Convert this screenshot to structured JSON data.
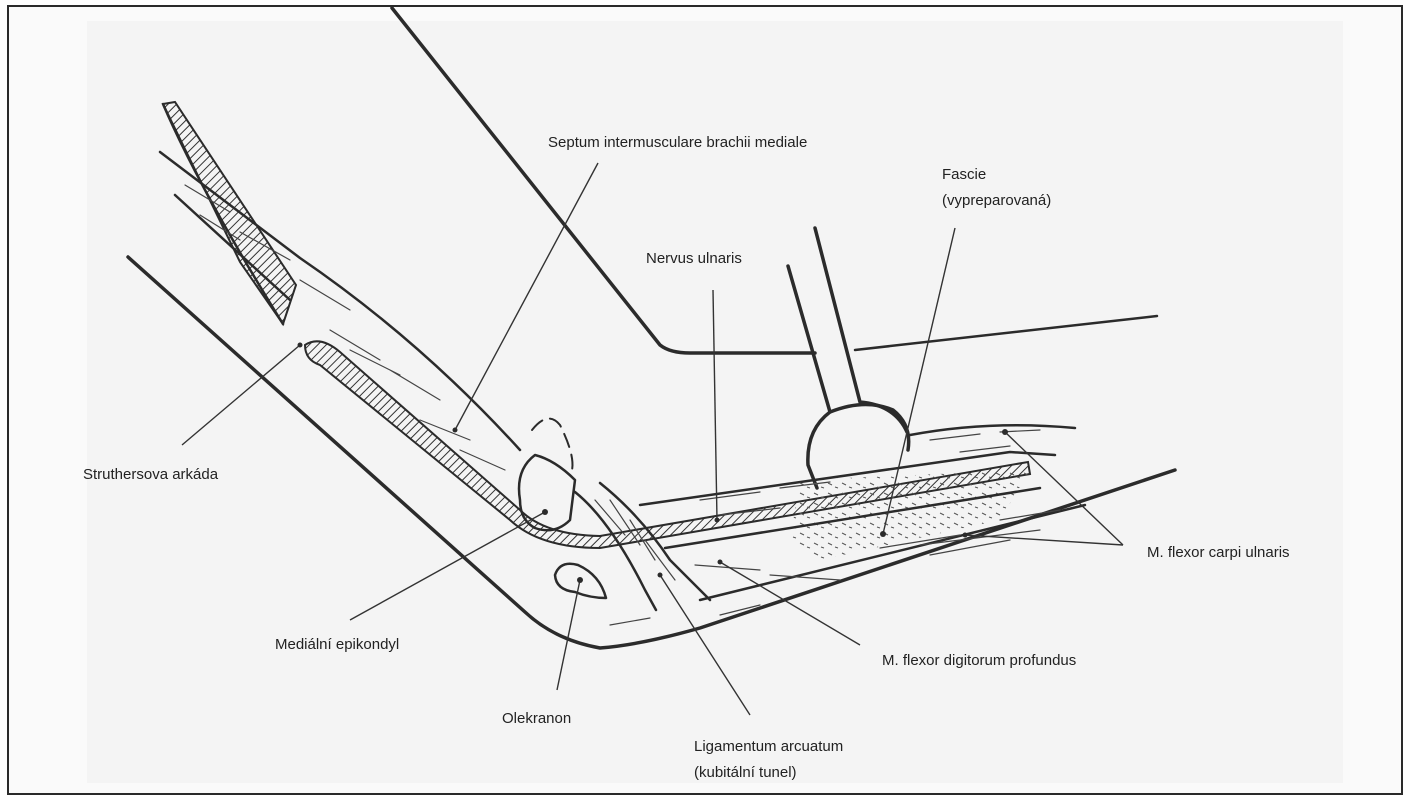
{
  "labels": {
    "septum": "Septum intermusculare brachii mediale",
    "fascie_1": "Fascie",
    "fascie_2": "(vypreparovaná)",
    "nervus": "Nervus ulnaris",
    "struthers": "Struthersova arkáda",
    "fcu": "M. flexor carpi ulnaris",
    "epikondyl": "Mediální epikondyl",
    "fdp": "M. flexor digitorum profundus",
    "olekranon": "Olekranon",
    "ligamentum_1": "Ligamentum arcuatum",
    "ligamentum_2": "(kubitální tunel)"
  }
}
